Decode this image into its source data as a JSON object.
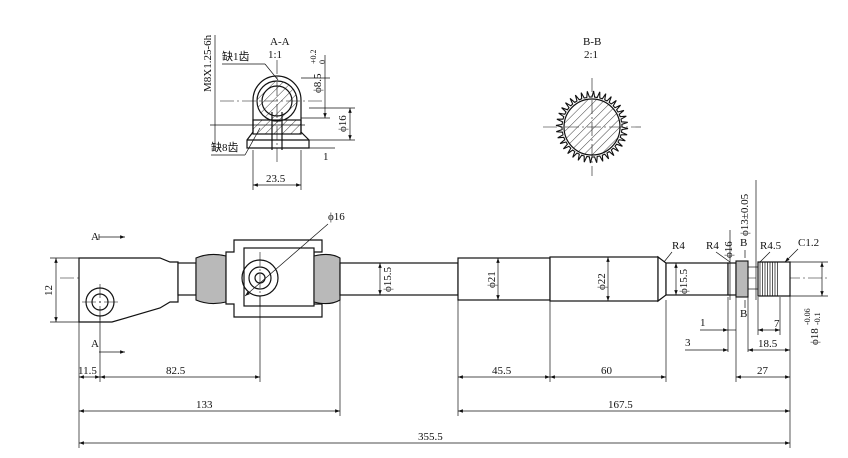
{
  "section_aa": {
    "title": "A-A",
    "scale": "1:1"
  },
  "section_bb": {
    "title": "B-B",
    "scale": "2:1"
  },
  "thread_label": "M8X1.25-6h",
  "notes": {
    "missing_1_tooth": "缺1齿",
    "missing_8_teeth": "缺8齿"
  },
  "section_aa_dims": {
    "bore": "ϕ8.5",
    "bore_tol_upper": "+0.2",
    "bore_tol_lower": "0",
    "od": "ϕ16",
    "gap": "1",
    "width": "23.5"
  },
  "view_markers": {
    "a_top": "A",
    "a_bottom": "A",
    "b_top": "B",
    "b_bottom": "B"
  },
  "main_dims": {
    "pin_dia": "ϕ16",
    "height": "12",
    "shaft_1": "ϕ15.5",
    "tube_1": "ϕ21",
    "tube_2": "ϕ22",
    "shaft_2": "ϕ15.5",
    "r4_a": "R4",
    "r4_b": "R4",
    "r45": "R4.5",
    "chamfer": "C1.2",
    "dia_16": "ϕ16",
    "dia_13": "ϕ13±0.05",
    "end_dia": "ϕ18",
    "end_tol_upper": "-0.06",
    "end_tol_lower": "-0.1",
    "len_11_5": "11.5",
    "len_82_5": "82.5",
    "len_133": "133",
    "len_45_5": "45.5",
    "len_60": "60",
    "len_167_5": "167.5",
    "len_355_5": "355.5",
    "len_1": "1",
    "len_3": "3",
    "len_7": "7",
    "len_18_5": "18.5",
    "len_27": "27"
  }
}
